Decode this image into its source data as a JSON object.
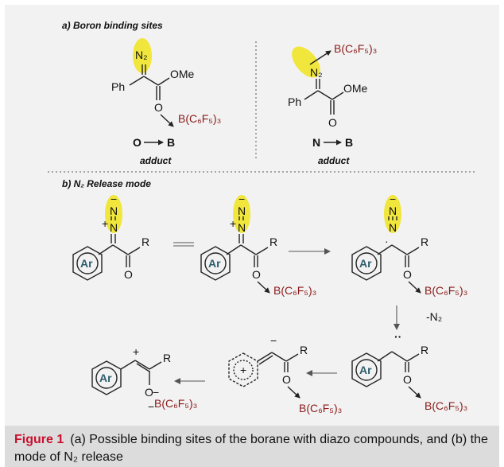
{
  "section_a_label": "a) Boron binding sites",
  "section_b_label": "b) N₂ Release mode",
  "atoms": {
    "n2": "N₂",
    "ph": "Ph",
    "ome": "OMe",
    "o": "O",
    "n": "N",
    "r": "R",
    "ar": "Ar",
    "boron": "B(C₆F₅)₃",
    "minus": "−",
    "plus": "+",
    "lone_pair": "··",
    "dot": "·"
  },
  "adducts": {
    "o_b": {
      "left": "O",
      "right": "B",
      "caption": "adduct"
    },
    "n_b": {
      "left": "N",
      "right": "B",
      "caption": "adduct"
    }
  },
  "release_step_label": "-N₂",
  "caption": {
    "label": "Figure 1",
    "text": "(a) Possible binding sites of the borane with diazo compounds, and (b) the mode of N₂ release"
  },
  "colors": {
    "highlight": "#f0e63c",
    "boron_text": "#8b1a1a",
    "ar_text": "#2e5e6e",
    "panel_bg": "#f2f2f2",
    "caption_bg": "#dcdcdc",
    "figure_label": "#c8102e"
  }
}
